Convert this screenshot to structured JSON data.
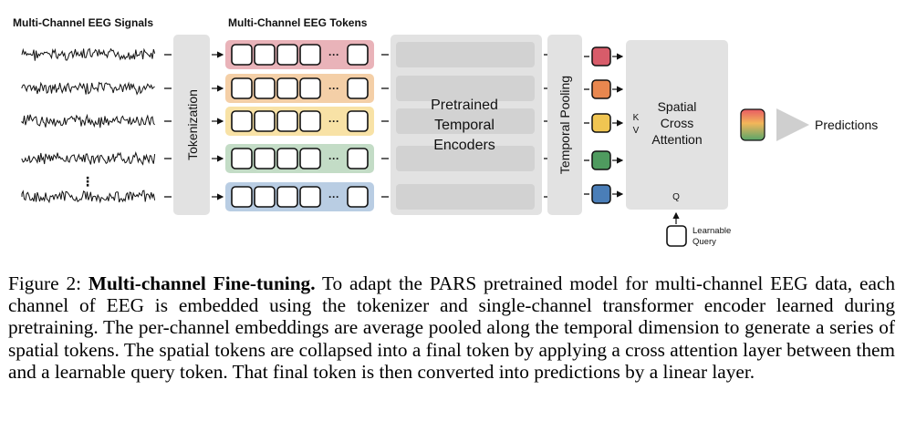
{
  "diagram": {
    "signals_title": "Multi-Channel EEG Signals",
    "tokens_title": "Multi-Channel EEG Tokens",
    "tokenization": "Tokenization",
    "encoder": [
      "Pretrained",
      "Temporal",
      "Encoders"
    ],
    "pooling": "Temporal Pooling",
    "attention": [
      "Spatial",
      "Cross",
      "Attention"
    ],
    "k_label": "K",
    "v_label": "V",
    "q_label": "Q",
    "learnable": [
      "Learnable",
      "Query"
    ],
    "predictions": "Predictions",
    "ellipsis": "···",
    "vdots": "⋮",
    "channel_colors": [
      "#d85c6a",
      "#e8874f",
      "#f0c552",
      "#4f9b5f",
      "#4a7eb8"
    ],
    "channel_tints": [
      "#e9b3b9",
      "#f4cfa7",
      "#f8e2a6",
      "#c3dcc6",
      "#b9cde3"
    ]
  },
  "caption": {
    "prefix": "Figure 2: ",
    "title": "Multi-channel Fine-tuning.",
    "body": " To adapt the PARS pretrained model for multi-channel EEG data, each channel of EEG is embedded using the tokenizer and single-channel transformer encoder learned during pretraining. The per-channel embeddings are average pooled along the temporal dimension to generate a series of spatial tokens. The spatial tokens are collapsed into a final token by applying a cross attention layer between them and a learnable query token. That final token is then converted into predictions by a linear layer."
  }
}
